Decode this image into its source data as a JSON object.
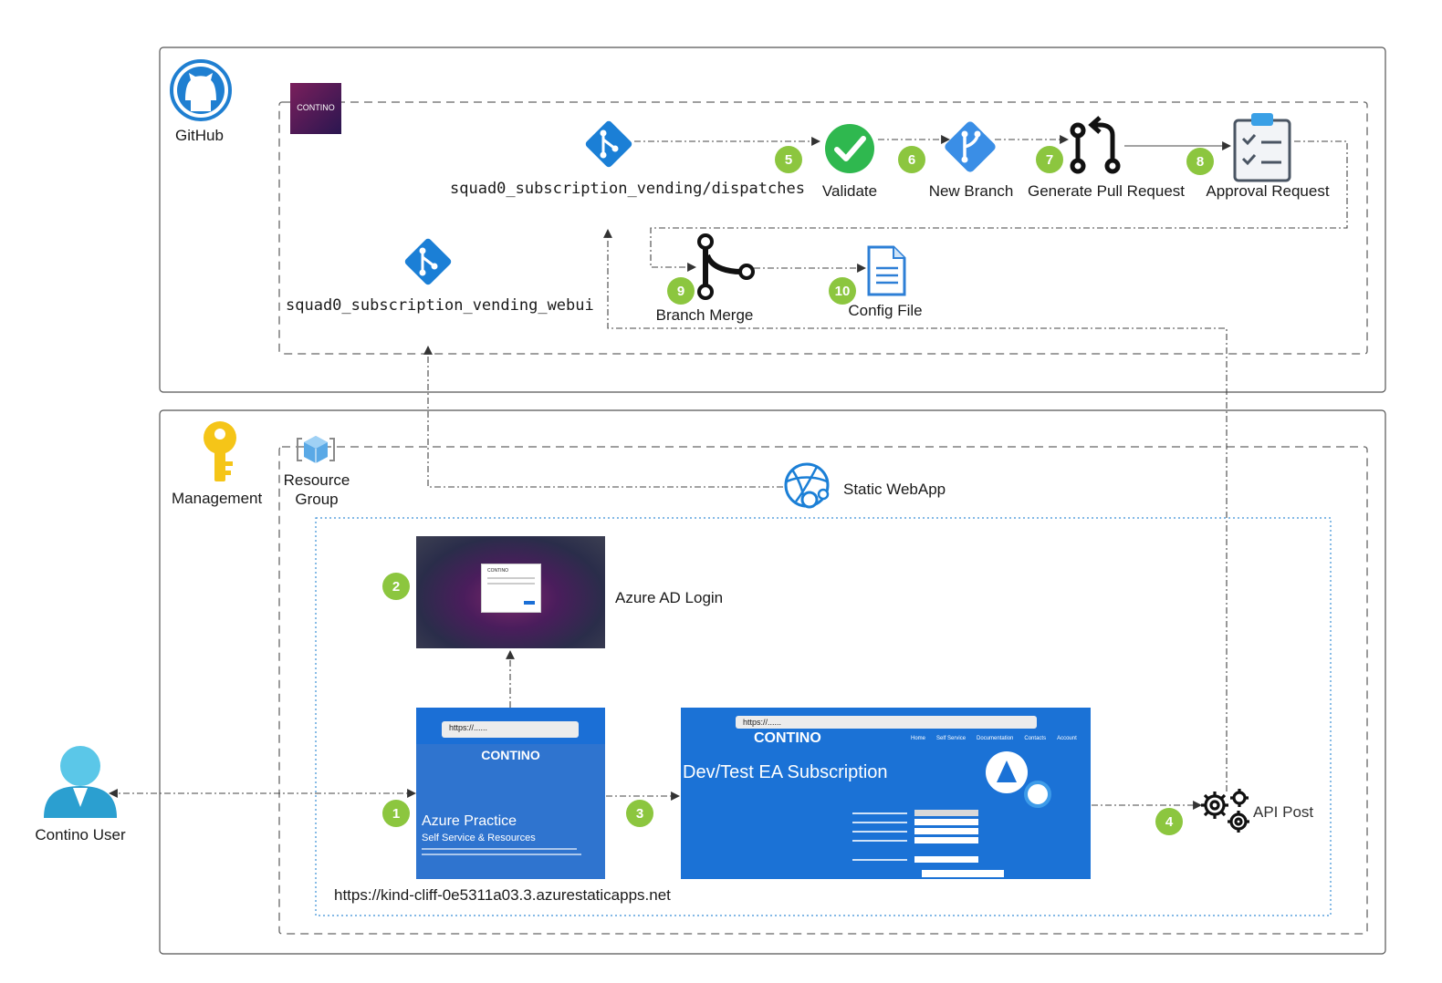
{
  "groups": {
    "github": "GitHub",
    "management": "Management",
    "resource_group": "Resource\nGroup"
  },
  "brand": {
    "logo_text": "CONTINO"
  },
  "repos": {
    "dispatches": "squad0_subscription_vending/dispatches",
    "webui": "squad0_subscription_vending_webui"
  },
  "steps": {
    "validate": "Validate",
    "new_branch": "New Branch",
    "pull_request": "Generate Pull Request",
    "approval": "Approval Request",
    "branch_merge": "Branch Merge",
    "config_file": "Config File",
    "static_webapp": "Static WebApp",
    "azure_login": "Azure AD Login",
    "api_post": "API Post",
    "user": "Contino User"
  },
  "badges": [
    "1",
    "2",
    "3",
    "4",
    "5",
    "6",
    "7",
    "8",
    "9",
    "10"
  ],
  "portal": {
    "url": "https://......",
    "brand": "CONTINO",
    "title": "Azure Practice",
    "subtitle": "Self Service & Resources"
  },
  "subscription": {
    "url": "https://......",
    "brand": "CONTINO",
    "title": "Dev/Test EA Subscription",
    "nav": [
      "Home",
      "Self Service",
      "Documentation",
      "Contacts",
      "Account"
    ]
  },
  "login": {
    "brand": "CONTINO"
  },
  "site_url": "https://kind-cliff-0e5311a03.3.azurestaticapps.net",
  "colors": {
    "azure_blue": "#1b7fd6",
    "badge_green": "#8cc63f",
    "portal_blue": "#2f74cf",
    "key_yellow": "#f5c518",
    "github_blue": "#1f7fd1"
  }
}
